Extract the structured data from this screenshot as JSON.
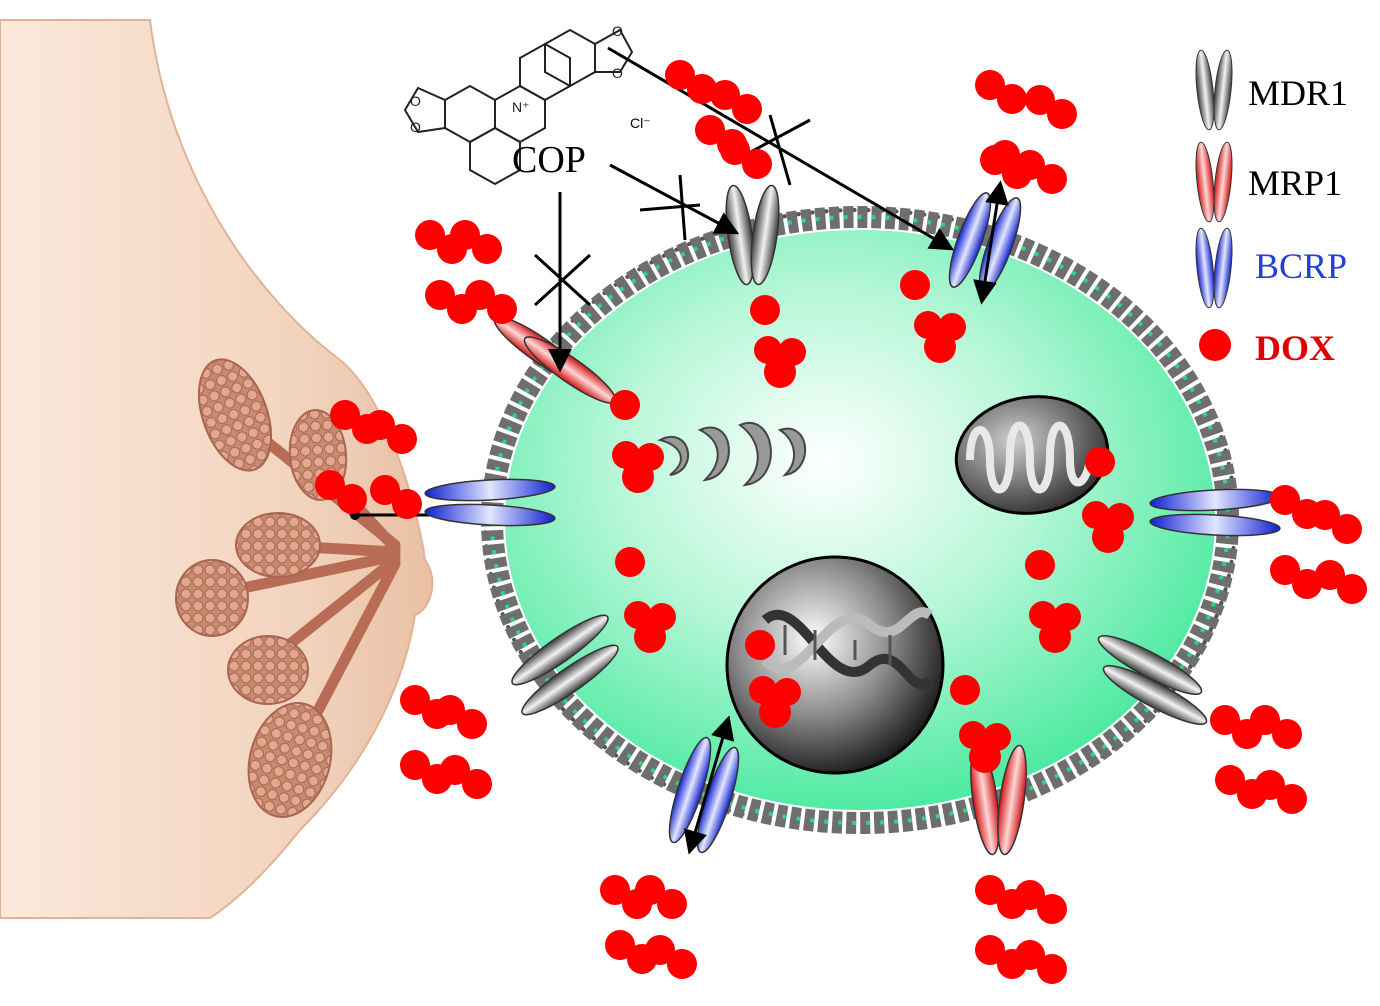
{
  "labels": {
    "compound": "COP",
    "counter_ion": "Cl⁻",
    "cation": "N⁺"
  },
  "legend": [
    {
      "label": "MDR1",
      "color": "#000000",
      "transporter_color": "#8c8c8c"
    },
    {
      "label": "MRP1",
      "color": "#000000",
      "transporter_color": "#ff4d4d"
    },
    {
      "label": "BCRP",
      "color": "#1f3fd6",
      "transporter_color": "#3a52ff"
    },
    {
      "label": "DOX",
      "color": "#e00000",
      "transporter_color": "#ff0000"
    }
  ],
  "colors": {
    "cell": "#56f0a8",
    "membrane": "#7a7a7a",
    "drug": "#ff0000",
    "skin": "#f2d2bc",
    "lobule": "#c8836b"
  },
  "icons": [
    "breast-illustration",
    "cell",
    "nucleus-dna",
    "mitochondrion",
    "golgi",
    "berberine-like-structure"
  ]
}
